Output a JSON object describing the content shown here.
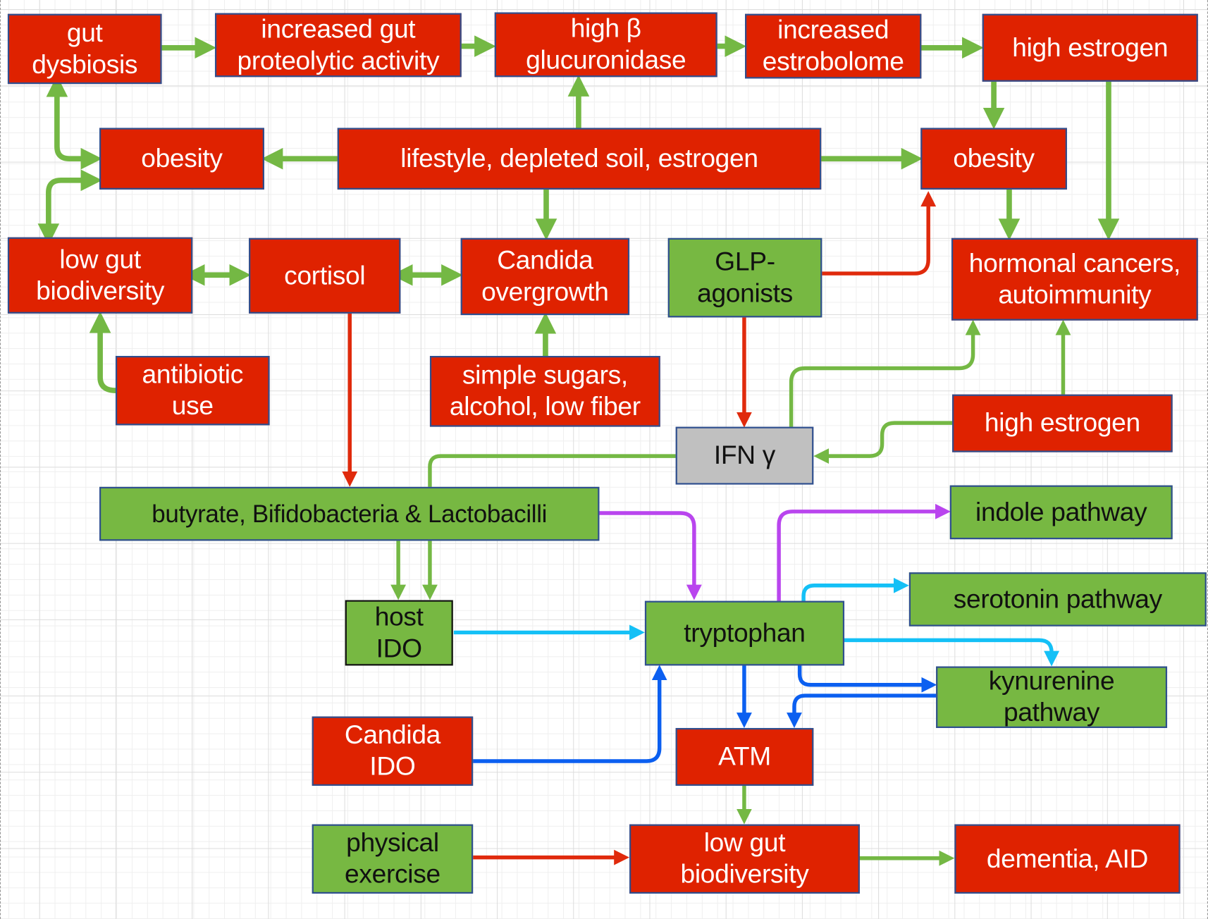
{
  "diagram": {
    "colors": {
      "risk_node": "#df2200",
      "protective_node": "#77b842",
      "neutral_node": "#c0c0c0",
      "edge_green": "#74b844",
      "edge_red": "#e02a0c",
      "edge_purple": "#b945ee",
      "edge_cyan": "#14c0f6",
      "edge_blue": "#0b5ff0"
    },
    "nodes": {
      "gut_dysbiosis": "gut\ndysbiosis",
      "increased_proteolytic": "increased gut\nproteolytic activity",
      "high_beta_glucuronidase": "high β\nglucuronidase",
      "increased_estrobolome": "increased\nestrobolome",
      "high_estrogen_top": "high estrogen",
      "obesity_left": "obesity",
      "lifestyle": "lifestyle, depleted soil, estrogen",
      "obesity_right": "obesity",
      "low_gut_biodiversity_top": "low gut\nbiodiversity",
      "cortisol": "cortisol",
      "candida_overgrowth": "Candida\novergrowth",
      "glp_agonists": "GLP-\nagonists",
      "hormonal_cancers": "hormonal cancers,\nautoimmunity",
      "antibiotic_use": "antibiotic\nuse",
      "simple_sugars": "simple sugars,\nalcohol, low fiber",
      "high_estrogen_mid": "high estrogen",
      "ifn_gamma": "IFN  γ",
      "butyrate": "butyrate, Bifidobacteria & Lactobacilli",
      "indole_pathway": "indole pathway",
      "host_ido": "host\nIDO",
      "tryptophan": "tryptophan",
      "serotonin_pathway": "serotonin pathway",
      "kynurenine_pathway": "kynurenine\npathway",
      "candida_ido": "Candida\nIDO",
      "atm": "ATM",
      "physical_exercise": "physical\nexercise",
      "low_gut_biodiversity_bottom": "low gut\nbiodiversity",
      "dementia_aid": "dementia, AID"
    },
    "edges": [
      {
        "from": "gut_dysbiosis",
        "to": "increased_proteolytic",
        "color": "green"
      },
      {
        "from": "increased_proteolytic",
        "to": "high_beta_glucuronidase",
        "color": "green"
      },
      {
        "from": "high_beta_glucuronidase",
        "to": "increased_estrobolome",
        "color": "green"
      },
      {
        "from": "increased_estrobolome",
        "to": "high_estrogen_top",
        "color": "green"
      },
      {
        "from": "lifestyle",
        "to": "high_beta_glucuronidase",
        "color": "green"
      },
      {
        "from": "lifestyle",
        "to": "obesity_left",
        "color": "green"
      },
      {
        "from": "lifestyle",
        "to": "obesity_right",
        "color": "green"
      },
      {
        "from": "lifestyle",
        "to": "candida_overgrowth",
        "color": "green"
      },
      {
        "from": "gut_dysbiosis",
        "to": "obesity_left",
        "color": "green",
        "bidirectional": true
      },
      {
        "from": "low_gut_biodiversity_top",
        "to": "obesity_left",
        "color": "green",
        "bidirectional": true
      },
      {
        "from": "high_estrogen_top",
        "to": "obesity_right",
        "color": "green"
      },
      {
        "from": "high_estrogen_top",
        "to": "hormonal_cancers",
        "color": "green"
      },
      {
        "from": "obesity_right",
        "to": "hormonal_cancers",
        "color": "green"
      },
      {
        "from": "low_gut_biodiversity_top",
        "to": "cortisol",
        "color": "green",
        "bidirectional": true
      },
      {
        "from": "cortisol",
        "to": "candida_overgrowth",
        "color": "green",
        "bidirectional": true
      },
      {
        "from": "antibiotic_use",
        "to": "low_gut_biodiversity_top",
        "color": "green"
      },
      {
        "from": "simple_sugars",
        "to": "candida_overgrowth",
        "color": "green"
      },
      {
        "from": "glp_agonists",
        "to": "obesity_right",
        "color": "red"
      },
      {
        "from": "glp_agonists",
        "to": "ifn_gamma",
        "color": "red"
      },
      {
        "from": "ifn_gamma",
        "to": "hormonal_cancers",
        "color": "green"
      },
      {
        "from": "high_estrogen_mid",
        "to": "hormonal_cancers",
        "color": "green"
      },
      {
        "from": "high_estrogen_mid",
        "to": "ifn_gamma",
        "color": "green"
      },
      {
        "from": "cortisol",
        "to": "butyrate",
        "color": "red"
      },
      {
        "from": "butyrate",
        "to": "ifn_gamma",
        "color": "green"
      },
      {
        "from": "butyrate",
        "to": "host_ido",
        "color": "green",
        "count": 2
      },
      {
        "from": "butyrate",
        "to": "tryptophan",
        "color": "purple"
      },
      {
        "from": "tryptophan",
        "to": "indole_pathway",
        "color": "purple"
      },
      {
        "from": "host_ido",
        "to": "tryptophan",
        "color": "cyan"
      },
      {
        "from": "tryptophan",
        "to": "serotonin_pathway",
        "color": "cyan"
      },
      {
        "from": "tryptophan",
        "to": "kynurenine_pathway",
        "color": "cyan"
      },
      {
        "from": "tryptophan",
        "to": "kynurenine_pathway",
        "color": "blue"
      },
      {
        "from": "tryptophan",
        "to": "atm",
        "color": "blue"
      },
      {
        "from": "kynurenine_pathway",
        "to": "atm",
        "color": "blue"
      },
      {
        "from": "candida_ido",
        "to": "tryptophan",
        "color": "blue"
      },
      {
        "from": "atm",
        "to": "low_gut_biodiversity_bottom",
        "color": "green"
      },
      {
        "from": "physical_exercise",
        "to": "low_gut_biodiversity_bottom",
        "color": "red"
      },
      {
        "from": "low_gut_biodiversity_bottom",
        "to": "dementia_aid",
        "color": "green"
      }
    ]
  }
}
